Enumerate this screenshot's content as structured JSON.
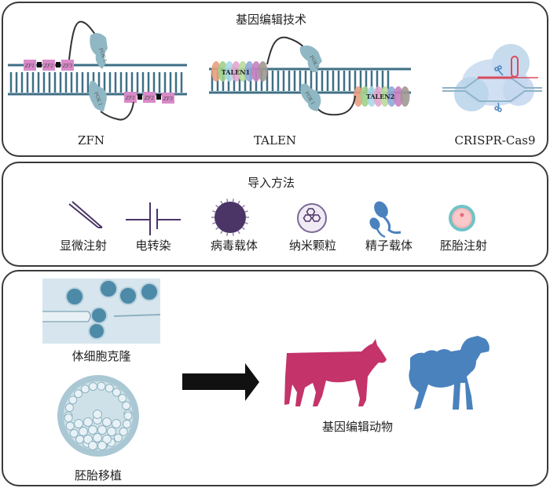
{
  "panels": {
    "editing": {
      "title": "基因编辑技术",
      "techniques": [
        {
          "label": "ZFN",
          "domain_labels": [
            "ZF1",
            "ZF2",
            "ZF3"
          ],
          "nuclease": "FOK I"
        },
        {
          "label": "TALEN",
          "domain_labels": [
            "TALEN1",
            "TALEN2"
          ],
          "nuclease": "FOK I"
        },
        {
          "label": "CRISPR-Cas9"
        }
      ]
    },
    "delivery": {
      "title": "导入方法",
      "methods": [
        {
          "label": "显微注射",
          "icon": "micro-needle-icon"
        },
        {
          "label": "电转染",
          "icon": "capacitor-icon"
        },
        {
          "label": "病毒载体",
          "icon": "virus-icon"
        },
        {
          "label": "纳米颗粒",
          "icon": "nanoparticle-icon"
        },
        {
          "label": "精子载体",
          "icon": "sperm-icon"
        },
        {
          "label": "胚胎注射",
          "icon": "embryo-icon"
        }
      ]
    },
    "production": {
      "methods": [
        {
          "label": "体细胞克隆",
          "icon": "somatic-cloning-photo"
        },
        {
          "label": "胚胎移植",
          "icon": "blastocyst-icon"
        }
      ],
      "result_label": "基因编辑动物",
      "animals": [
        "cow",
        "sheep"
      ]
    }
  },
  "colors": {
    "dna": "#3f6f86",
    "zf_box": "#d98ac8",
    "fok": "#8fb8c4",
    "purple_icon": "#4a3566",
    "cow": "#c4336a",
    "sheep": "#4a82bd",
    "talen_beads": [
      "#e8a07f",
      "#9fd08a",
      "#a9d8e6",
      "#e4a5d0",
      "#b9dc9a",
      "#8fa9d8",
      "#c77fbf",
      "#a09894"
    ]
  }
}
